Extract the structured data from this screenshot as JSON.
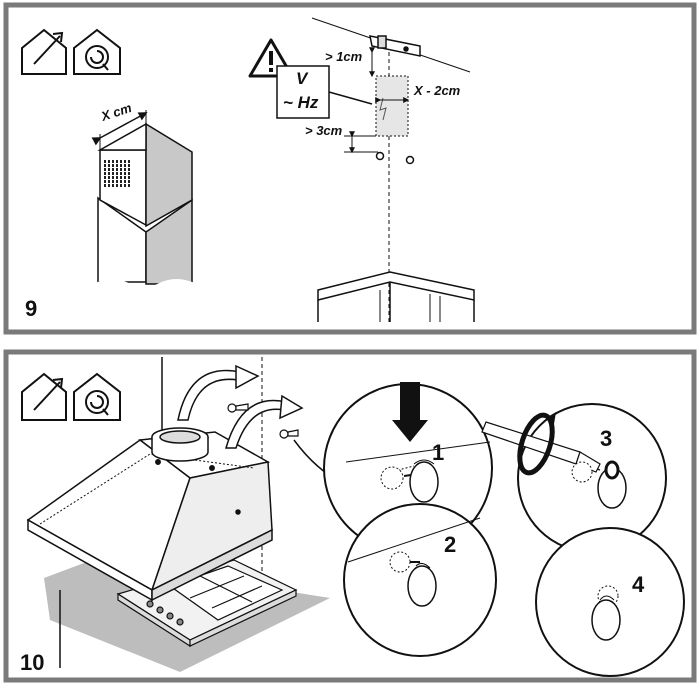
{
  "panel9": {
    "step_number": "9",
    "labels": {
      "x_cm": "X cm",
      "gt_1cm": "> 1cm",
      "x_minus_2cm": "X - 2cm",
      "gt_3cm": "> 3cm",
      "voltage": "V",
      "frequency": "~ Hz"
    },
    "icons": [
      "exhaust-house-icon",
      "recirculation-house-icon",
      "warning-triangle-icon"
    ]
  },
  "panel10": {
    "step_number": "10",
    "callouts": [
      "1",
      "2",
      "3",
      "4"
    ],
    "icons": [
      "exhaust-house-icon",
      "recirculation-house-icon"
    ]
  },
  "colors": {
    "frame": "#7a7a7a",
    "ink": "#111111",
    "fill_light": "#dcdcdc",
    "fill_mid": "#c8c8c8"
  }
}
